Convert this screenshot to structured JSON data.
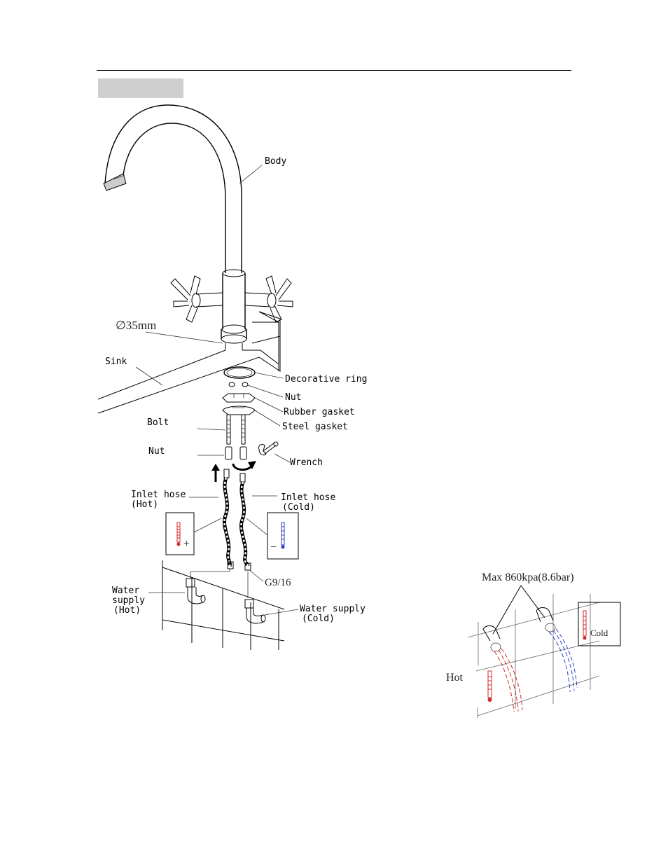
{
  "labels": {
    "body": "Body",
    "diameter": "∅35mm",
    "sink": "Sink",
    "decorative_ring": "Decorative ring",
    "nut_top": "Nut",
    "rubber_gasket": "Rubber gasket",
    "steel_gasket": "Steel gasket",
    "bolt": "Bolt",
    "nut_lower": "Nut",
    "wrench": "Wrench",
    "inlet_hot_line1": "Inlet hose",
    "inlet_hot_line2": "(Hot)",
    "inlet_cold_line1": "Inlet hose",
    "inlet_cold_line2": "(Cold)",
    "thread": "G9/16",
    "supply_hot_line1": "Water",
    "supply_hot_line2": "supply",
    "supply_hot_line3": "(Hot)",
    "supply_cold_line1": "Water supply",
    "supply_cold_line2": "(Cold)",
    "plus": "+",
    "minus": "−"
  },
  "pressure_diagram": {
    "max_pressure": "Max 860kpa(8.6bar)",
    "hot": "Hot",
    "cold": "Cold"
  },
  "colors": {
    "hot": "#d42a2a",
    "cold": "#2d3fc8",
    "tab": "#cfcfcf"
  }
}
